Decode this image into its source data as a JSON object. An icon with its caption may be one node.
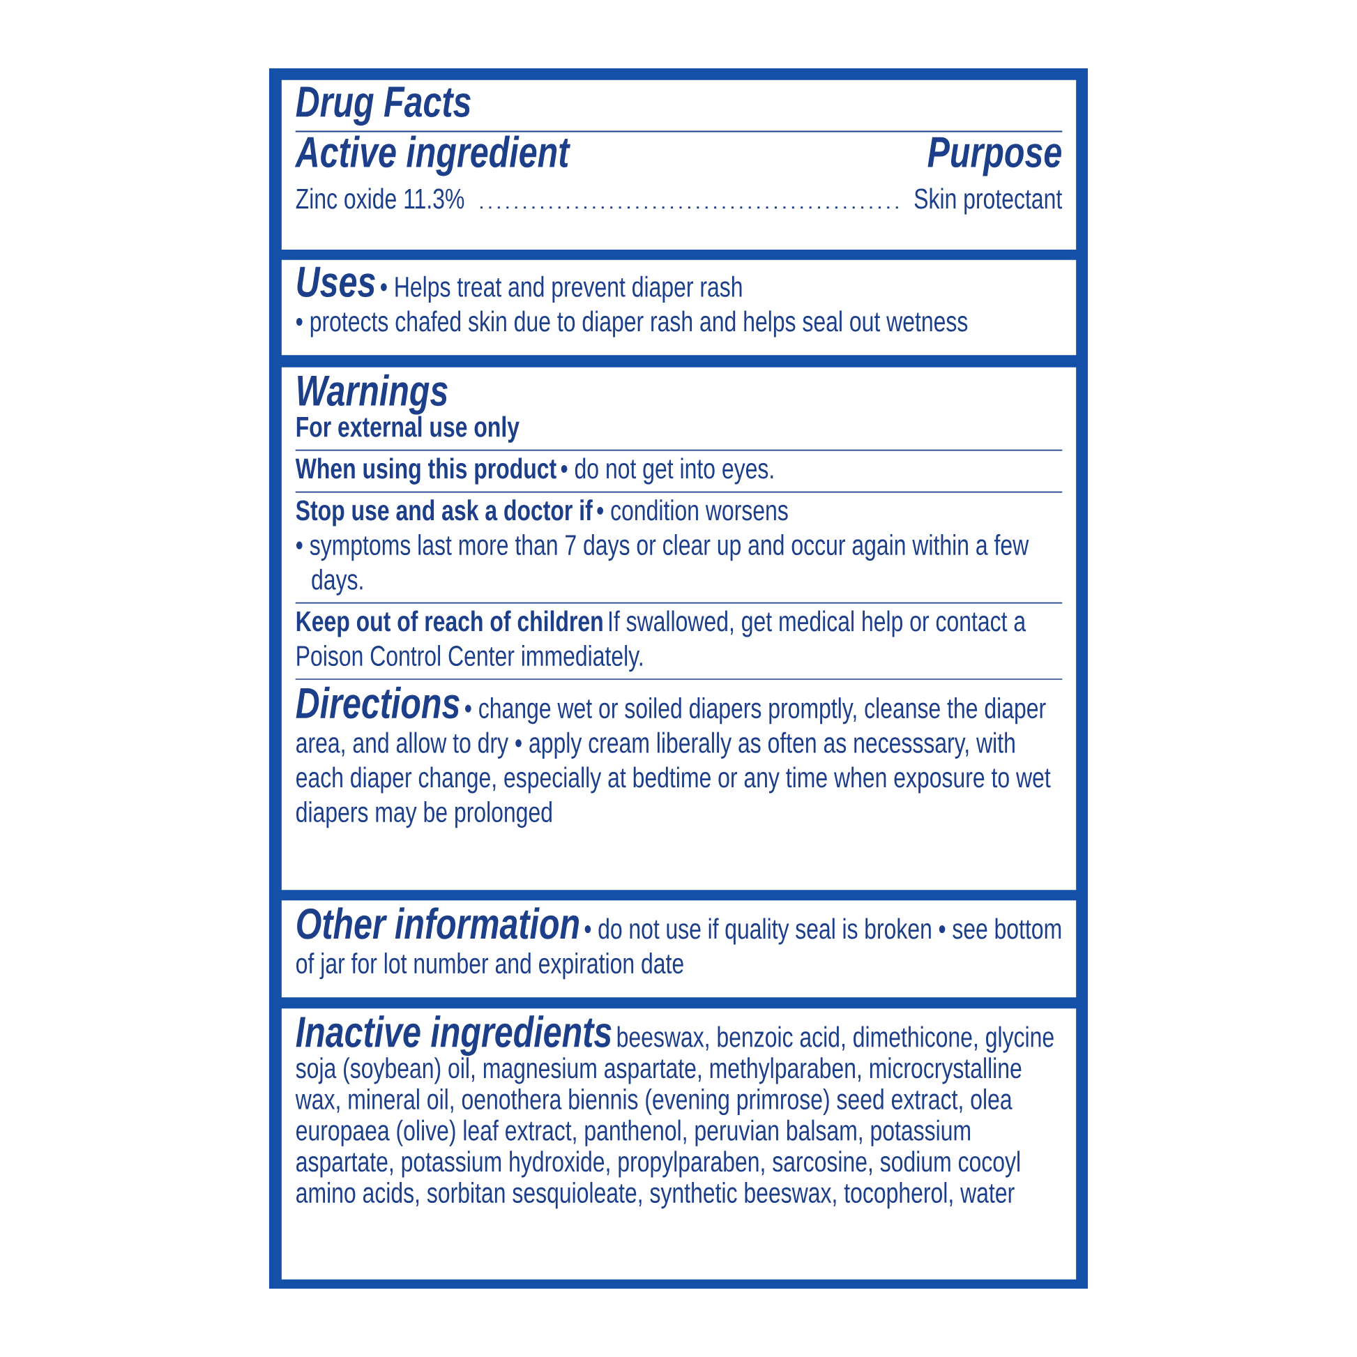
{
  "diagram": {
    "nodes": [
      {
        "text": [
          "Drug Facts",
          "Active ingredient",
          "Purpose",
          "Zinc oxide 11.3%",
          "Skin protectant"
        ]
      },
      {
        "text": [
          "Uses",
          "• Helps treat and prevent diaper rash",
          "• protects chafed skin due to diaper rash and helps seal out wetness"
        ]
      },
      {
        "text": [
          "Warnings",
          "For external use only",
          "When using this product",
          "• do not get into eyes.",
          "Stop use and ask a doctor if",
          "• condition worsens",
          "• symptoms last more than 7 days or clear up and occur again within a few days.",
          "Keep out of reach of children",
          "If swallowed, get medical help or contact a Poison Control Center immediately.",
          "Directions",
          "• change wet or soiled diapers promptly, cleanse the diaper area, and allow to dry • apply cream liberally as often as necesssary, with each diaper change, especially at bedtime or any time when exposure to wet diapers may be prolonged"
        ]
      },
      {
        "text": [
          "Other information",
          "• do not use if quality seal is broken • see bottom of jar for lot number and expiration date"
        ]
      },
      {
        "text": [
          "Inactive ingredients",
          "beeswax, benzoic acid, dimethicone, glycine soja (soybean) oil, magnesium aspartate, methylparaben, microcrystalline wax, mineral oil, oenothera biennis (evening primrose) seed extract, olea europaea (olive) leaf extract, panthenol, peruvian balsam, potassium aspartate, potassium hydroxide, propylparaben, sarcosine, sodium cocoyl amino acids, sorbitan sesquioleate, synthetic beeswax, tocopherol, water"
        ]
      }
    ]
  }
}
